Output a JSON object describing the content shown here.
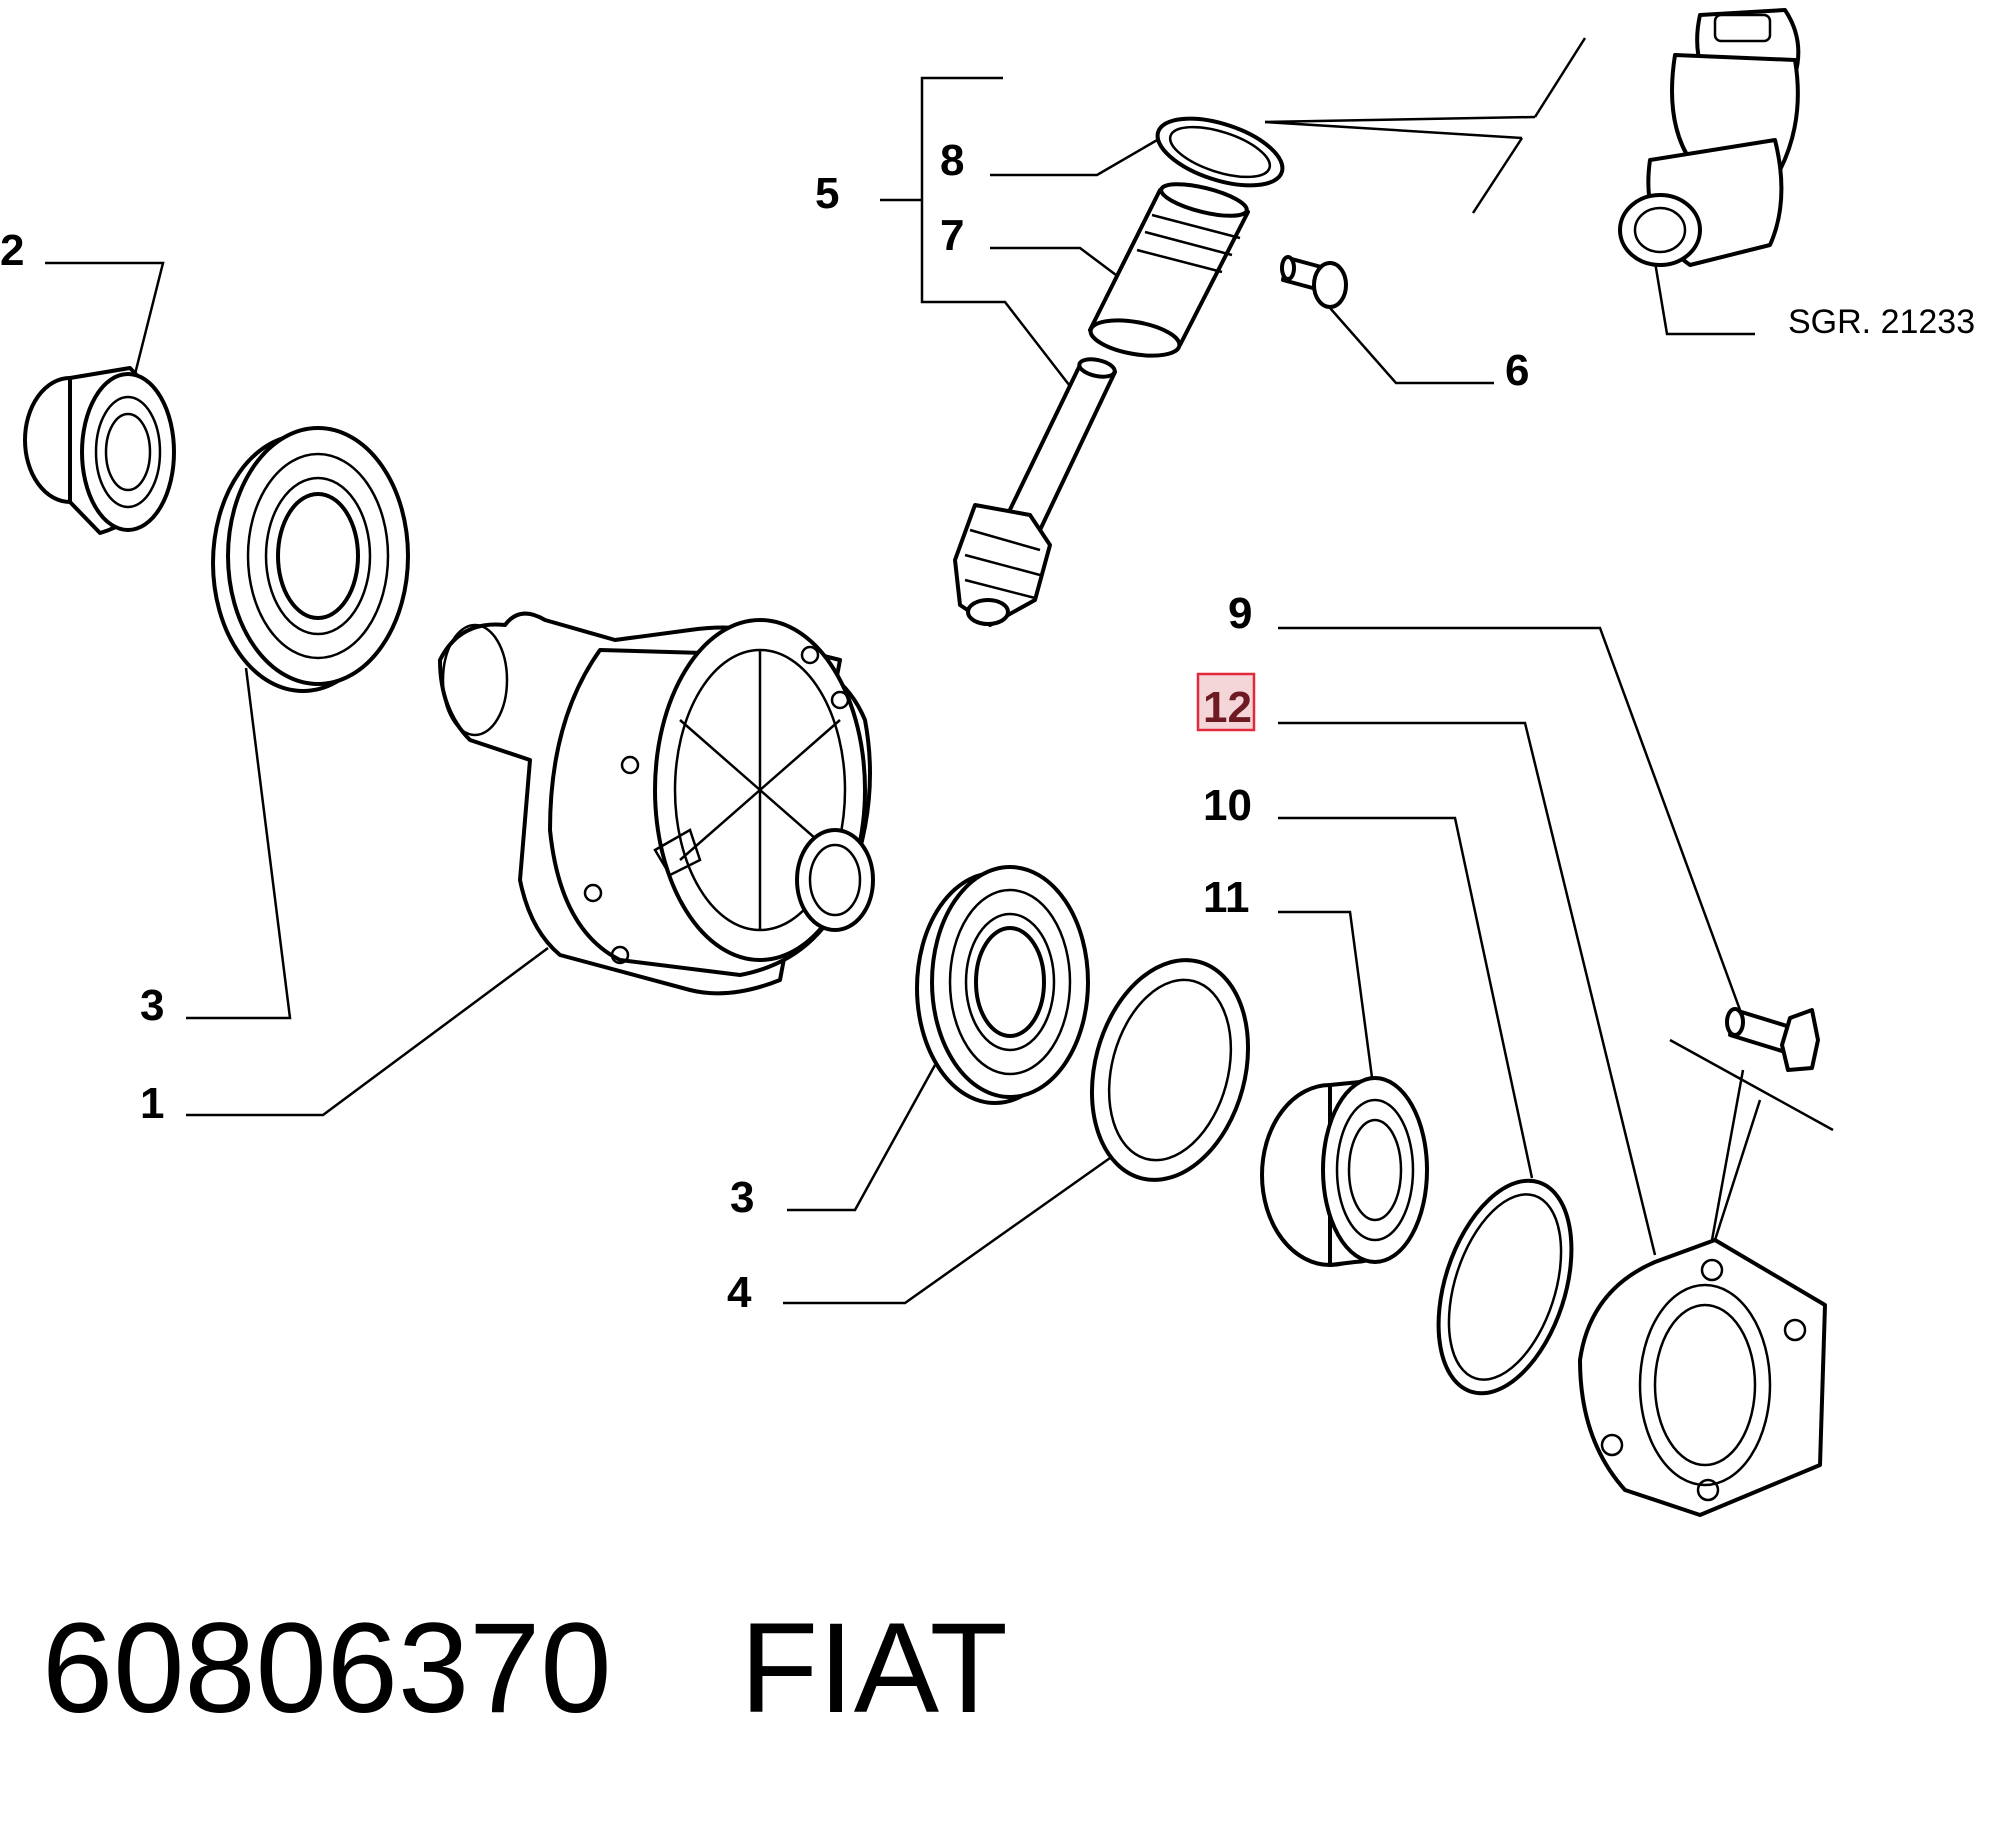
{
  "callouts": {
    "c1": "1",
    "c2": "2",
    "c3a": "3",
    "c3b": "3",
    "c4": "4",
    "c5": "5",
    "c6": "6",
    "c7": "7",
    "c8": "8",
    "c9": "9",
    "c10": "10",
    "c11": "11",
    "c12": "12"
  },
  "reference": "SGR. 21233",
  "part_number": "60806370",
  "brand": "FIAT",
  "colors": {
    "highlight_fill": "#f4d6d9",
    "highlight_stroke": "#e2283c"
  }
}
